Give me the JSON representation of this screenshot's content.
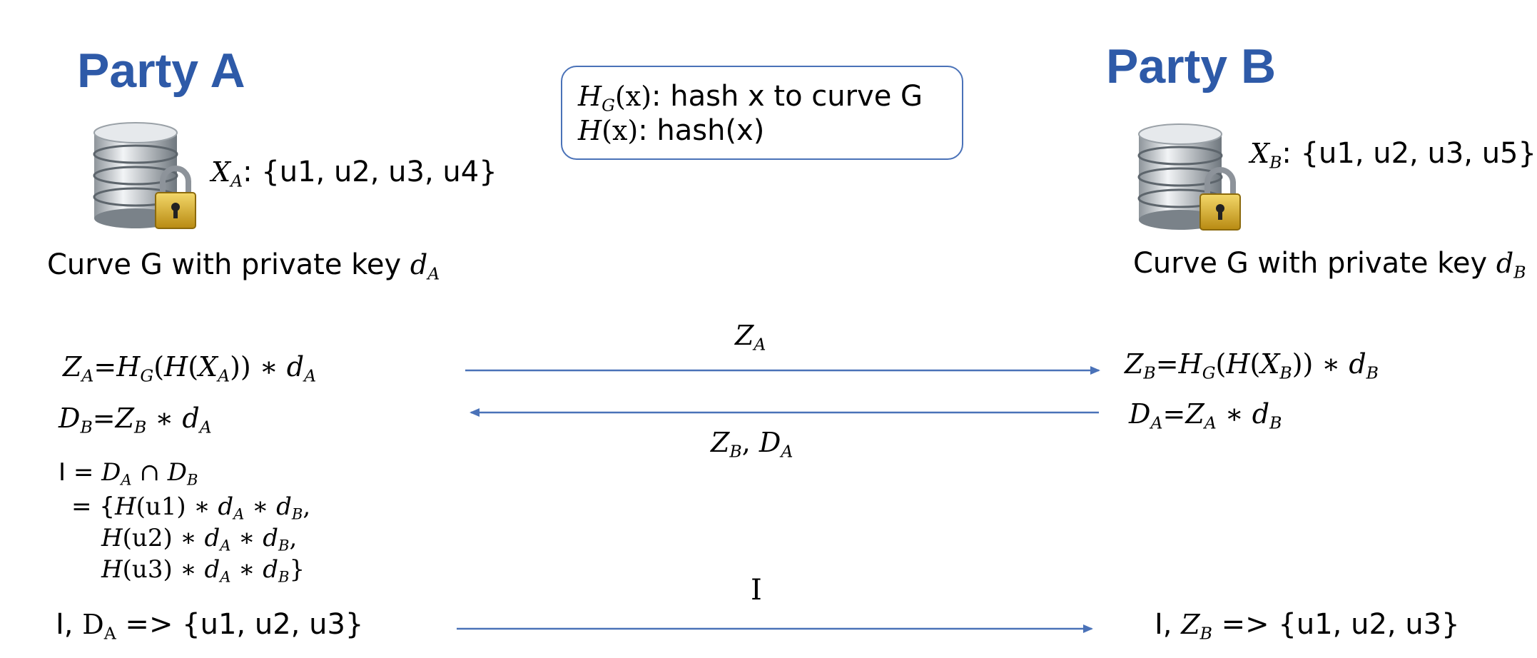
{
  "party_a": {
    "title": "Party A",
    "set_name": "X",
    "set_sub": "A",
    "set_values": ": {u1, u2, u3, u4}",
    "curve_label": "Curve G with private key ",
    "key_name": "d",
    "key_sub": "A"
  },
  "party_b": {
    "title": "Party B",
    "set_name": "X",
    "set_sub": "B",
    "set_values": ": {u1, u2, u3, u5}",
    "curve_label": "Curve G with private key ",
    "key_name": "d",
    "key_sub": "B"
  },
  "legend": {
    "line1_fn": "H",
    "line1_sub": "G",
    "line1_arg": "(x)",
    "line1_desc": ": hash x to curve G",
    "line2_fn": "H",
    "line2_arg": "(x)",
    "line2_desc": ": hash(x)"
  },
  "party_a_steps": {
    "za": {
      "lhs": "Z",
      "lhs_sub": "A",
      "eq": "=",
      "fn1": "H",
      "fn1_sub": "G",
      "open": "(",
      "fn2": "H",
      "open2": "(",
      "var": "X",
      "var_sub": "A",
      "close": ")) ∗ ",
      "key": "d",
      "key_sub": "A"
    },
    "db": {
      "lhs": "D",
      "lhs_sub": "B",
      "eq": "=",
      "z": "Z",
      "z_sub": "B",
      "op": " ∗ ",
      "key": "d",
      "key_sub": "A"
    },
    "intersection": {
      "lhs": "I = ",
      "d1": "D",
      "d1_sub": "A",
      "cap": " ∩ ",
      "d2": "D",
      "d2_sub": "B",
      "line2_prefix": "= {",
      "rows": [
        {
          "h": "H",
          "arg": "(u1) ∗ ",
          "a": "d",
          "a_sub": "A",
          "op": " ∗ ",
          "b": "d",
          "b_sub": "B",
          "end": ","
        },
        {
          "h": "H",
          "arg": "(u2) ∗ ",
          "a": "d",
          "a_sub": "A",
          "op": " ∗ ",
          "b": "d",
          "b_sub": "B",
          "end": ","
        },
        {
          "h": "H",
          "arg": "(u3) ∗ ",
          "a": "d",
          "a_sub": "A",
          "op": " ∗ ",
          "b": "d",
          "b_sub": "B",
          "end": "}"
        }
      ]
    },
    "result": {
      "prefix": "I,   ",
      "d": "D",
      "d_sub": "A",
      "suffix": " => {u1, u2, u3}"
    }
  },
  "party_b_steps": {
    "zb": {
      "lhs": "Z",
      "lhs_sub": "B",
      "eq": "=",
      "fn1": "H",
      "fn1_sub": "G",
      "open": "(",
      "fn2": "H",
      "open2": "(",
      "var": "X",
      "var_sub": "B",
      "close": ")) ∗ ",
      "key": "d",
      "key_sub": "B"
    },
    "da": {
      "lhs": "D",
      "lhs_sub": "A",
      "eq": "=",
      "z": "Z",
      "z_sub": "A",
      "op": " ∗ ",
      "key": "d",
      "key_sub": "B"
    },
    "result": {
      "prefix": "I,    ",
      "z": "Z",
      "z_sub": "B",
      "suffix": " => {u1, u2, u3}"
    }
  },
  "messages": {
    "m1": {
      "name": "Z",
      "sub": "A"
    },
    "m2": {
      "n1": "Z",
      "s1": "B",
      "sep": ",    ",
      "n2": "D",
      "s2": "A"
    },
    "m3": {
      "label": "I"
    }
  },
  "colors": {
    "title": "#2e5aa8",
    "arrow": "#4a72b8",
    "legend_border": "#4a72b8"
  },
  "icons": [
    "database-lock-icon"
  ]
}
